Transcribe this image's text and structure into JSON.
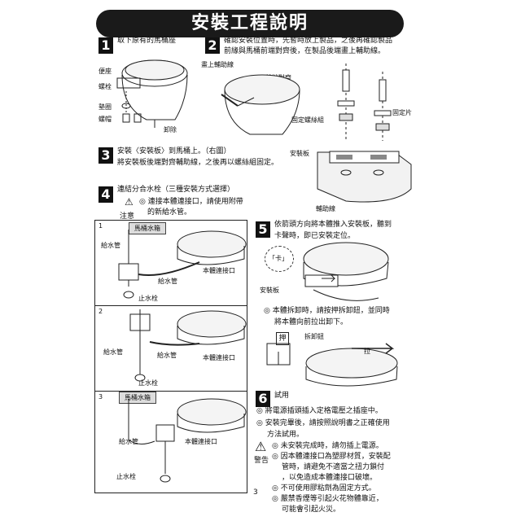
{
  "title": "安裝工程說明",
  "page_number": "3",
  "steps": {
    "s1": {
      "num": "1",
      "text": "取下原有的馬桶座",
      "labels": {
        "seat": "便座",
        "bolt": "螺栓",
        "washer": "墊圈",
        "nut": "螺帽",
        "remove": "卸除"
      }
    },
    "s2": {
      "num": "2",
      "line1": "確認安裝位置時，先暫時放上製品，之後再確認製品",
      "line2": "前緣與馬桶前端對齊後，在製品後端畫上輔助線。",
      "labels": {
        "draw_line": "畫上輔助線",
        "front_align": "前端對齊",
        "bracket": "固定片",
        "screw_set": "固定螺絲組",
        "mount_plate": "安裝板",
        "aux_line": "輔助線"
      }
    },
    "s3": {
      "num": "3",
      "line1": "安裝〈安裝板〉到馬桶上。（右圖）",
      "line2": "將安裝板後端對齊輔助線，之後再以螺絲組固定。"
    },
    "s4": {
      "num": "4",
      "text": "連結分合水栓（三種安裝方式選擇）",
      "warn_line1": "◎ 連接本體連接口，請使用附帶",
      "warn_line2": "的新給水管。",
      "warn_label": "注意",
      "options": [
        {
          "n": "1",
          "tank": "馬桶水箱",
          "supply": "給水管",
          "pipe": "給水管",
          "inlet": "本體連接口",
          "valve": "止水栓"
        },
        {
          "n": "2",
          "supply": "給水管",
          "pipe": "給水管",
          "inlet": "本體連接口",
          "valve": "止水栓"
        },
        {
          "n": "3",
          "tank": "馬桶水箱",
          "pipe": "給水管",
          "inlet": "本體連接口",
          "valve": "止水栓"
        }
      ]
    },
    "s5": {
      "num": "5",
      "line1": "依箭頭方向將本體推入安裝板，聽到",
      "line2": "卡聲時，即已安裝定位。",
      "click": "「卡」",
      "mount_plate": "安裝板",
      "note1": "◎ 本體拆卸時，請按押拆卸鈕，並同時",
      "note2": "將本體向前拉出卸下。",
      "press": "押",
      "release_btn": "拆卸鈕",
      "pull": "拉"
    },
    "s6": {
      "num": "6",
      "text": "試用",
      "notes": [
        "◎ 將電源插頭插入定格電壓之插座中。",
        "◎ 安裝完畢後，請按照說明書之正確使用",
        "方法試用。"
      ],
      "warn_label": "警告",
      "warnings": [
        "◎ 未安裝完成時，請勿插上電源。",
        "◎ 因本體連接口為塑膠材質，安裝配",
        "管時，請避免不適當之扭力鎖付",
        "，以免造成本體連接口破壞。",
        "◎ 不可使用膠粘劑為固定方式。",
        "◎ 嚴禁香煙等引起火花物體靠近，",
        "可能會引起火災。"
      ]
    }
  }
}
